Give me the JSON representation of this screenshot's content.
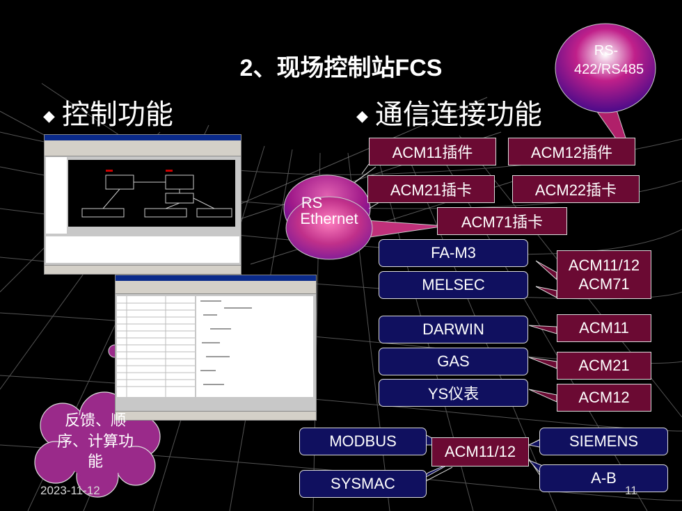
{
  "slide": {
    "title": "2、现场控制站FCS",
    "left_bullet": "控制功能",
    "right_bullet": "通信连接功能",
    "date": "2023-11-12",
    "page": "11"
  },
  "bubbles": {
    "rs485": "RS-422/RS485",
    "ethernet": "Ethernet",
    "hidden_bubble_partial": "RS",
    "feedback": "反馈、顺序、计算功能"
  },
  "modules_top": [
    "ACM11插件",
    "ACM12插件",
    "ACM21插卡",
    "ACM22插卡",
    "ACM71插卡"
  ],
  "protocols": [
    "FA-M3",
    "MELSEC",
    "DARWIN",
    "GAS",
    "YS仪表",
    "MODBUS",
    "SYSMAC",
    "SIEMENS",
    "A-B"
  ],
  "module_labels": {
    "acm1112_71": "ACM11/12 ACM71",
    "acm11": "ACM11",
    "acm21": "ACM21",
    "acm12": "ACM12",
    "acm1112": "ACM11/12"
  },
  "colors": {
    "maroon": "#6b0a33",
    "navy": "#10105f",
    "bubble_purple": "#7a1a8a",
    "bubble_pink": "#b8307a"
  }
}
